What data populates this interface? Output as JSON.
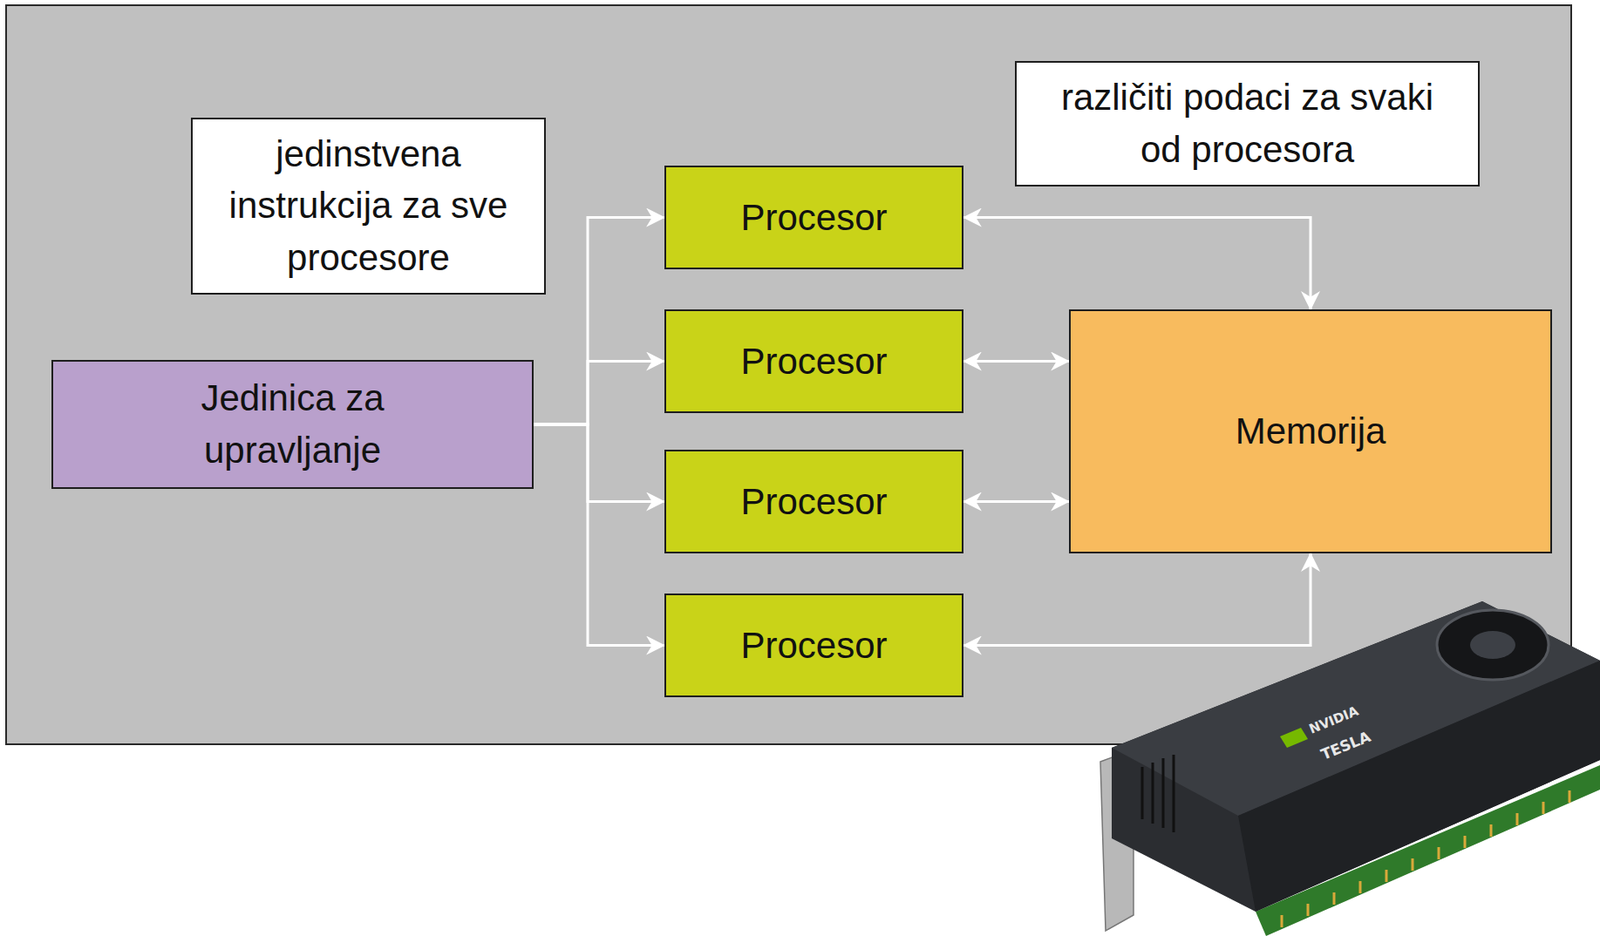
{
  "diagram": {
    "nodes": [
      {
        "text": [
          "jedinstvena instrukcija za sve procesore"
        ]
      },
      {
        "text": [
          "različiti podaci za svaki od procesora"
        ]
      },
      {
        "text": [
          "Jedinica za upravljanje"
        ]
      },
      {
        "text": [
          "Procesor"
        ]
      },
      {
        "text": [
          "Procesor"
        ]
      },
      {
        "text": [
          "Procesor"
        ]
      },
      {
        "text": [
          "Procesor"
        ]
      },
      {
        "text": [
          "Memorija"
        ]
      }
    ],
    "edges": [
      {
        "from": 2,
        "to": 3,
        "arrow": "to"
      },
      {
        "from": 2,
        "to": 4,
        "arrow": "to"
      },
      {
        "from": 2,
        "to": 5,
        "arrow": "to"
      },
      {
        "from": 2,
        "to": 6,
        "arrow": "to"
      },
      {
        "from": 3,
        "to": 7,
        "arrow": "both"
      },
      {
        "from": 4,
        "to": 7,
        "arrow": "both"
      },
      {
        "from": 5,
        "to": 7,
        "arrow": "both"
      },
      {
        "from": 6,
        "to": 7,
        "arrow": "both"
      }
    ],
    "labels": [
      "NVIDIA",
      "TESLA"
    ]
  }
}
